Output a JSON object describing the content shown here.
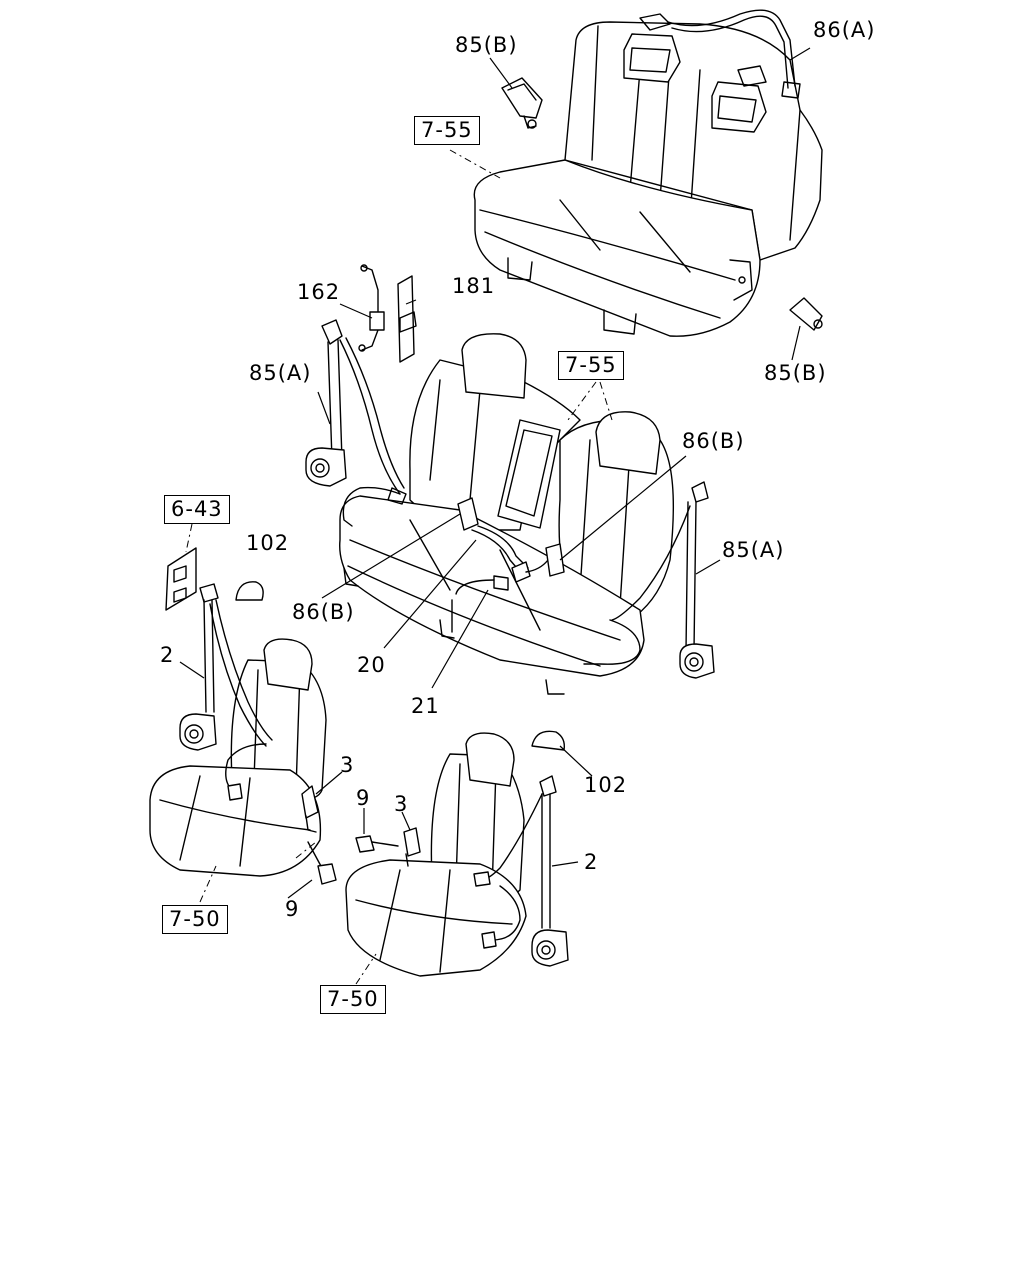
{
  "labels": {
    "l85b_top": "85(B)",
    "l86a_top": "86(A)",
    "l162": "162",
    "l181": "181",
    "l85a_left": "85(A)",
    "l85b_right": "85(B)",
    "l86b_right": "86(B)",
    "l85a_right": "85(A)",
    "l102_left": "102",
    "l2_left": "2",
    "l86b_mid": "86(B)",
    "l20": "20",
    "l21": "21",
    "l3_left": "3",
    "l9_left_top": "9",
    "l3_right": "3",
    "l9_left_bottom": "9",
    "l102_right": "102",
    "l2_right": "2"
  },
  "refs": {
    "r755_top": "7-55",
    "r755_mid": "7-55",
    "r643": "6-43",
    "r750_left": "7-50",
    "r750_right": "7-50"
  }
}
